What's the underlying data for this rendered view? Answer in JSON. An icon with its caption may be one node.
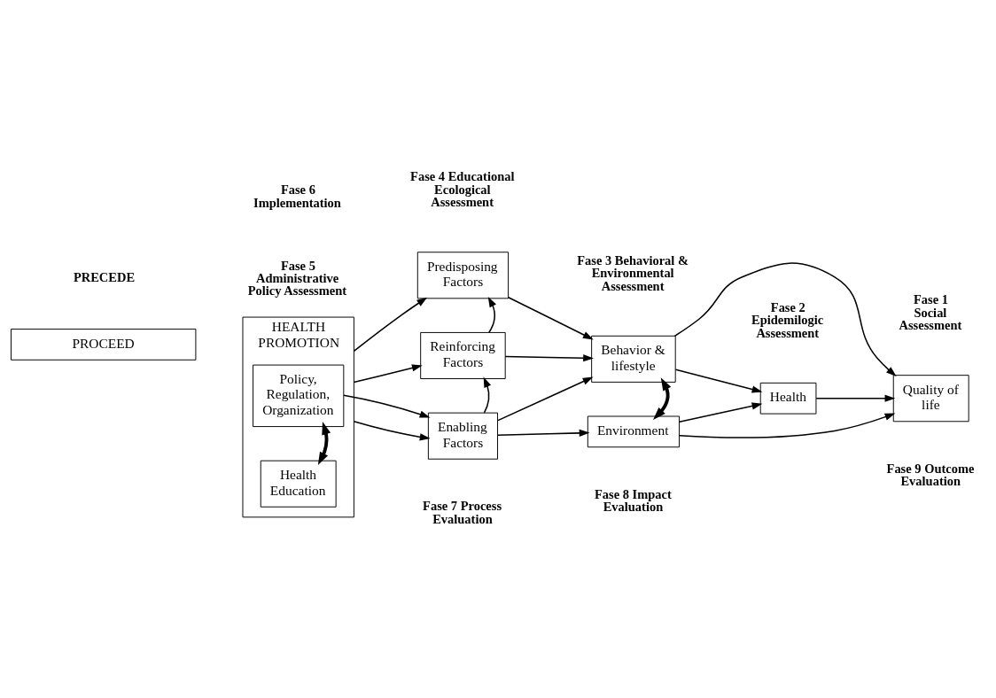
{
  "diagram": {
    "nodes": [
      {
        "text": [
          "HEALTH PROMOTION"
        ]
      },
      {
        "text": [
          "Health Education"
        ],
        "in": 0
      },
      {
        "text": [
          "Policy, Regulation, Organization"
        ],
        "in": 0
      },
      {
        "text": [
          "Predisposing Factors"
        ]
      },
      {
        "text": [
          "Reinforcing Factors"
        ]
      },
      {
        "text": [
          "Enabling Factors"
        ]
      },
      {
        "text": [
          "Behavior & lifestyle"
        ]
      },
      {
        "text": [
          "Environment"
        ]
      },
      {
        "text": [
          "Health"
        ]
      },
      {
        "text": [
          "Quality of life"
        ]
      },
      {
        "text": [
          "PROCEED"
        ]
      }
    ],
    "edges": [
      {
        "from": 1,
        "to": 2,
        "arrow": "both",
        "style": "thick"
      },
      {
        "from": 0,
        "to": 3,
        "arrow": "to"
      },
      {
        "from": 0,
        "to": 4,
        "arrow": "to"
      },
      {
        "from": 0,
        "to": 5,
        "arrow": "to"
      },
      {
        "from": 2,
        "to": 5,
        "arrow": "to"
      },
      {
        "from": 4,
        "to": 3,
        "arrow": "to"
      },
      {
        "from": 5,
        "to": 4,
        "arrow": "to"
      },
      {
        "from": 3,
        "to": 6,
        "arrow": "to"
      },
      {
        "from": 4,
        "to": 6,
        "arrow": "to"
      },
      {
        "from": 5,
        "to": 6,
        "arrow": "to"
      },
      {
        "from": 5,
        "to": 7,
        "arrow": "to"
      },
      {
        "from": 6,
        "to": 7,
        "arrow": "both",
        "style": "thick"
      },
      {
        "from": 6,
        "to": 8,
        "arrow": "to"
      },
      {
        "from": 6,
        "to": 9,
        "arrow": "to"
      },
      {
        "from": 8,
        "to": 9,
        "arrow": "to"
      },
      {
        "from": 7,
        "to": 8,
        "arrow": "to"
      },
      {
        "from": 7,
        "to": 9,
        "arrow": "to"
      }
    ],
    "labels": [
      "PRECEDE",
      "Fase 5 Administrative Policy Assessment",
      "Fase 4 Educational Ecological Assessment",
      "Fase 3 Behavioral & Environmental Assessment",
      "Fase 2 Epidemilogic Assessment",
      "Fase 1 Social Assessment",
      "Fase 6 Implementation",
      "Fase 7 Process Evaluation",
      "Fase 8 Impact Evaluation",
      "Fase 9 Outcome Evaluation"
    ]
  }
}
